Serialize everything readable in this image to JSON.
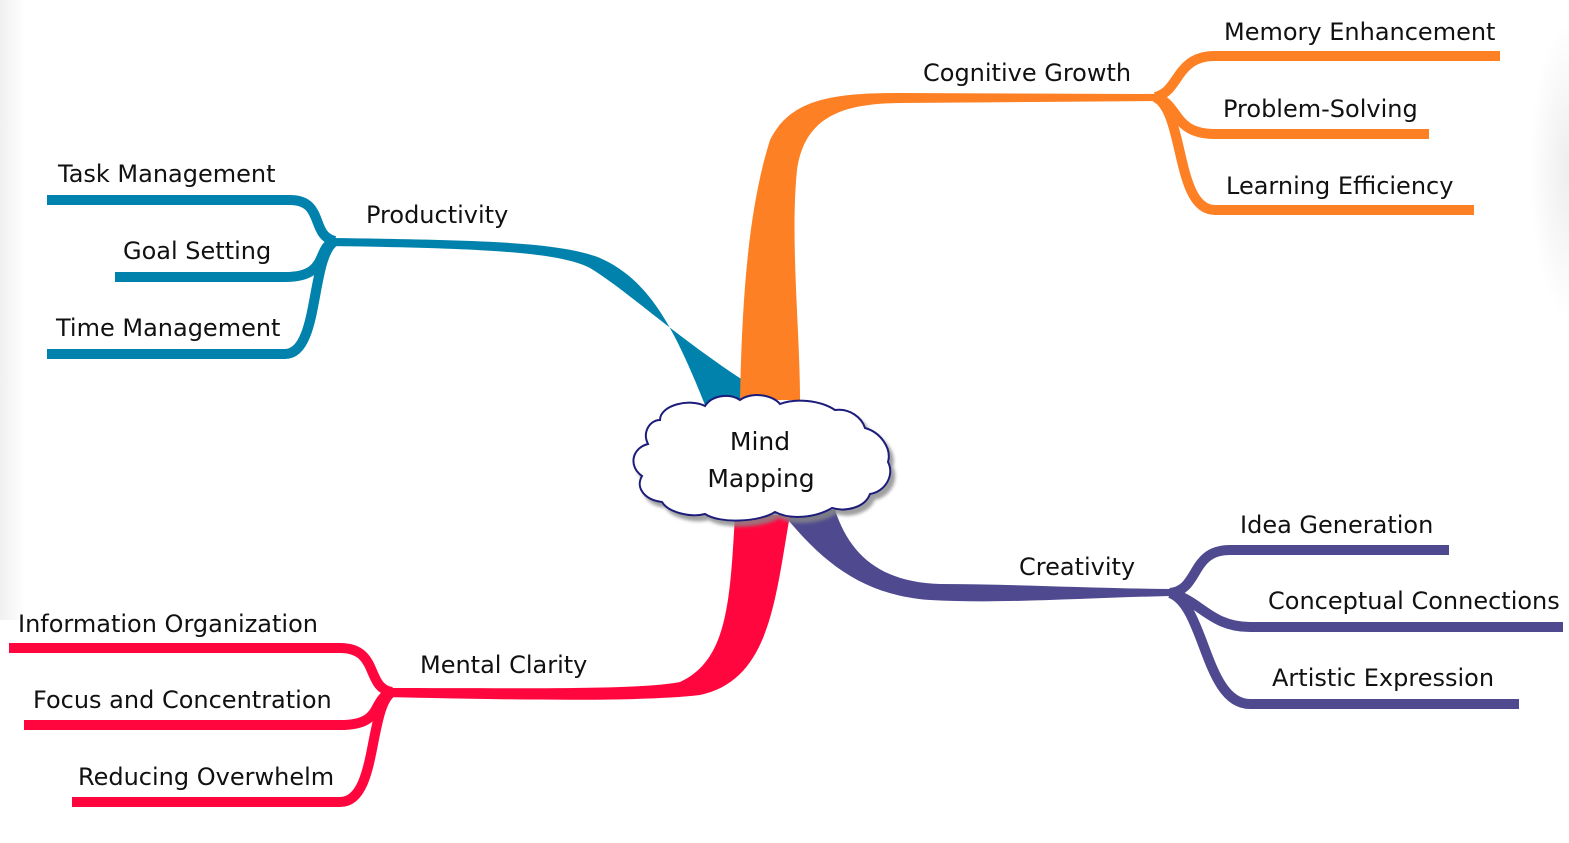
{
  "center": {
    "line1": "Mind",
    "line2": "Mapping",
    "border_color": "#1a1a7a"
  },
  "branches": [
    {
      "id": "cognitive-growth",
      "label": "Cognitive Growth",
      "color": "#fd8024",
      "children": [
        "Memory Enhancement",
        "Problem-Solving",
        "Learning Efficiency"
      ]
    },
    {
      "id": "productivity",
      "label": "Productivity",
      "color": "#0082ad",
      "children": [
        "Task Management",
        "Goal Setting",
        "Time Management"
      ]
    },
    {
      "id": "creativity",
      "label": "Creativity",
      "color": "#4f4a8f",
      "children": [
        "Idea Generation",
        "Conceptual Connections",
        "Artistic Expression"
      ]
    },
    {
      "id": "mental-clarity",
      "label": "Mental Clarity",
      "color": "#ff073e",
      "children": [
        "Information Organization",
        "Focus and Concentration",
        "Reducing Overwhelm"
      ]
    }
  ]
}
